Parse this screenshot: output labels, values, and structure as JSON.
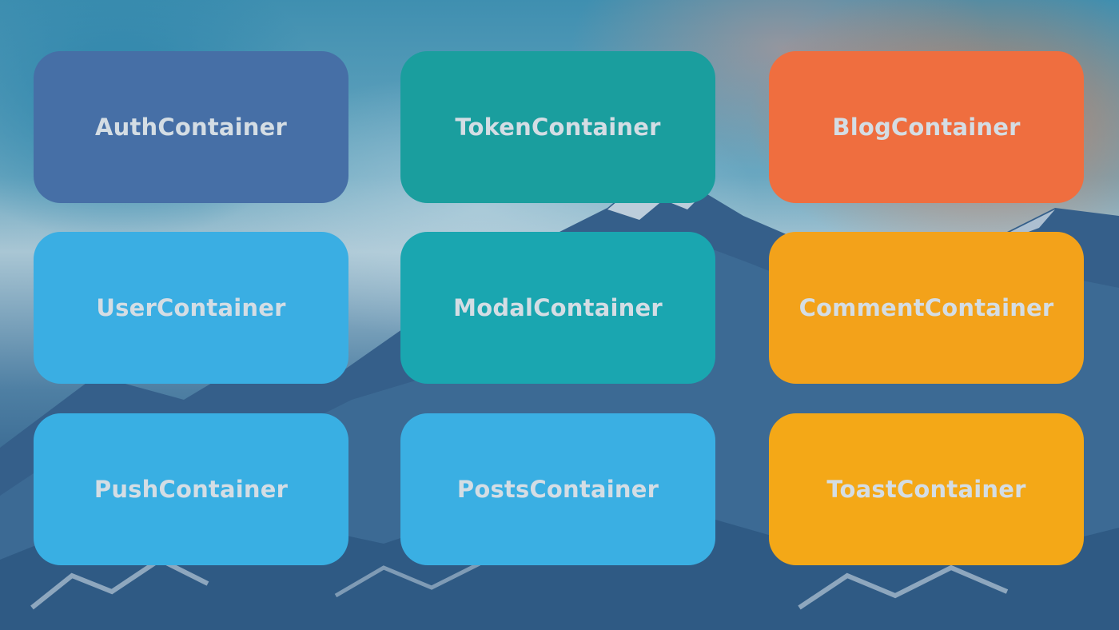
{
  "background": {
    "icon": "snowy-mountain-landscape"
  },
  "tiles": [
    {
      "label": "AuthContainer",
      "color": "#466fa6"
    },
    {
      "label": "TokenContainer",
      "color": "#1a9e9e"
    },
    {
      "label": "BlogContainer",
      "color": "#ef6e3f"
    },
    {
      "label": "UserContainer",
      "color": "#3aaee3"
    },
    {
      "label": "ModalContainer",
      "color": "#1aa6b0"
    },
    {
      "label": "CommentContainer",
      "color": "#f3a21a"
    },
    {
      "label": "PushContainer",
      "color": "#39afe3"
    },
    {
      "label": "PostsContainer",
      "color": "#3aafe3"
    },
    {
      "label": "ToastContainer",
      "color": "#f4a817"
    }
  ]
}
